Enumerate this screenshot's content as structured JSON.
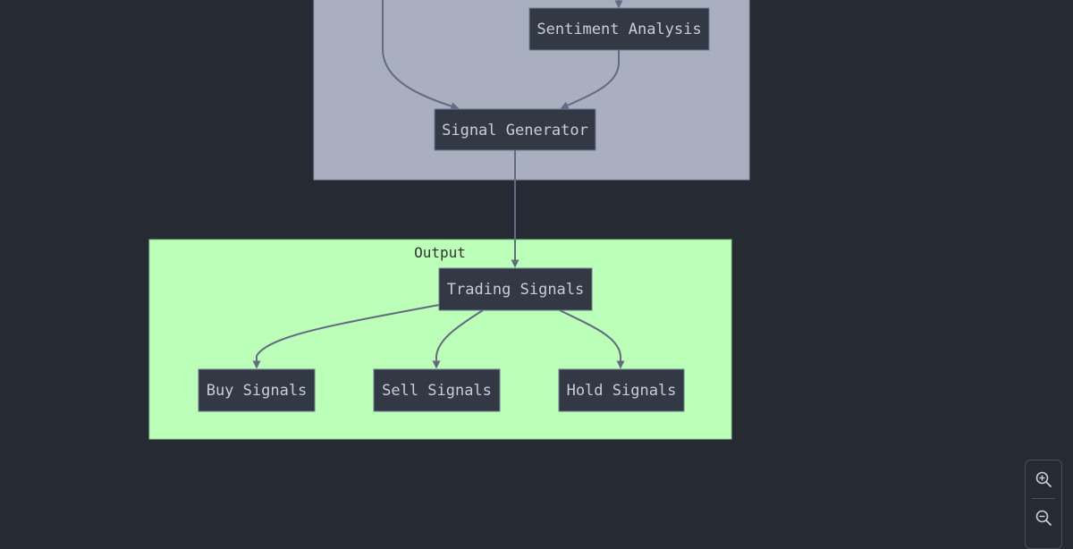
{
  "diagram": {
    "clusters": {
      "processing": {
        "label": ""
      },
      "output": {
        "label": "Output"
      }
    },
    "nodes": {
      "sentiment_analysis": "Sentiment Analysis",
      "signal_generator": "Signal Generator",
      "trading_signals": "Trading Signals",
      "buy_signals": "Buy Signals",
      "sell_signals": "Sell Signals",
      "hold_signals": "Hold Signals"
    },
    "colors": {
      "background": "#262a33",
      "processing_cluster_fill": "#a9afbf",
      "output_cluster_fill": "#bbffb8",
      "node_fill": "#333845",
      "node_text": "#c9cdd6",
      "edge": "#636a82"
    }
  },
  "controls": {
    "zoom_in_icon": "zoom-in-icon",
    "zoom_out_icon": "zoom-out-icon"
  }
}
